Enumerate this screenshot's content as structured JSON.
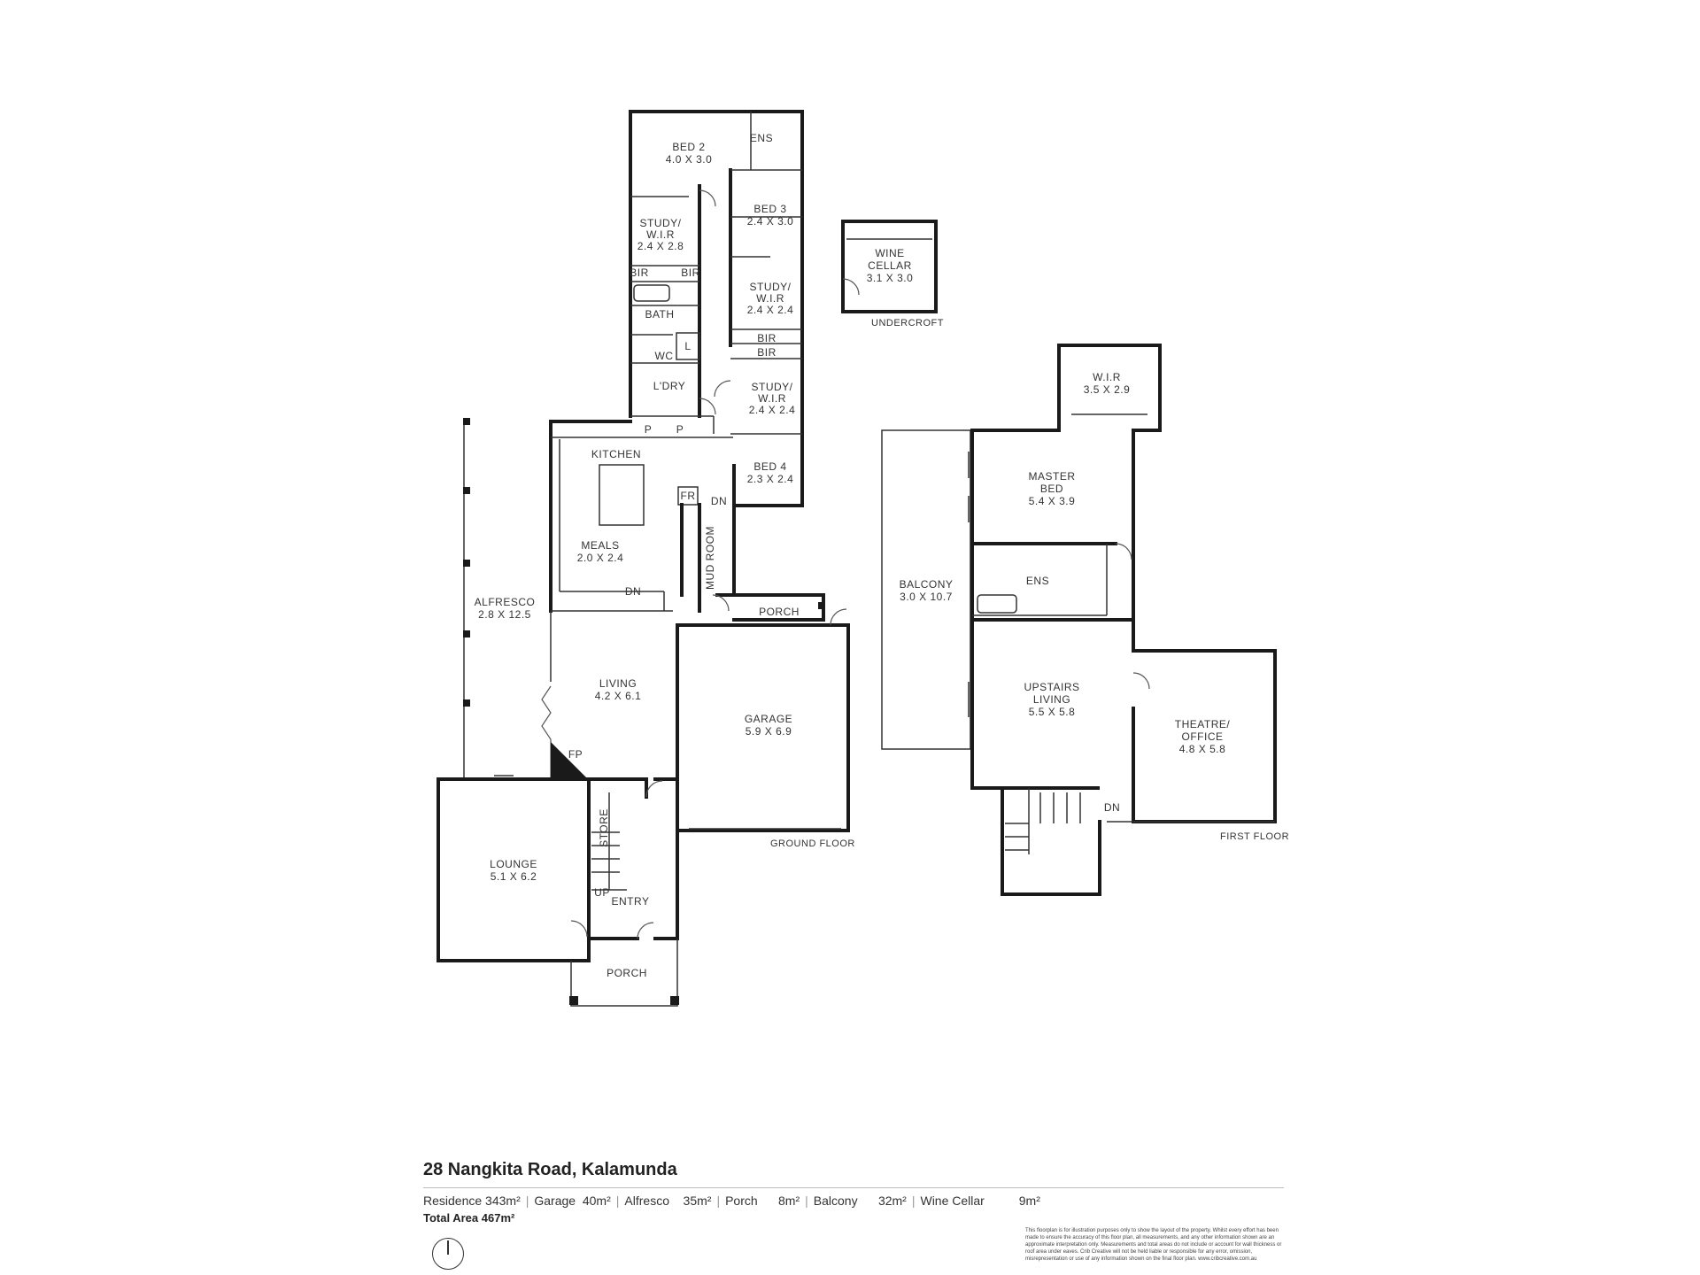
{
  "rooms": {
    "bed2": {
      "name": "BED 2",
      "dims": "4.0 X 3.0"
    },
    "ens_ground": {
      "name": "ENS"
    },
    "bed3": {
      "name": "BED 3",
      "dims": "2.4 X 3.0"
    },
    "study1": {
      "name1": "STUDY/",
      "name2": "W.I.R",
      "dims": "2.4 X 2.8"
    },
    "study2": {
      "name1": "STUDY/",
      "name2": "W.I.R",
      "dims": "2.4 X 2.4"
    },
    "study3": {
      "name1": "STUDY/",
      "name2": "W.I.R",
      "dims": "2.4 X 2.4"
    },
    "bir": "BIR",
    "bath": {
      "name": "BATH"
    },
    "wc": {
      "name": "WC"
    },
    "l": {
      "name": "L"
    },
    "ldry": {
      "name": "L'DRY"
    },
    "p": "P",
    "bed4": {
      "name": "BED 4",
      "dims": "2.3 X 2.4"
    },
    "kitchen": {
      "name": "KITCHEN"
    },
    "meals": {
      "name": "MEALS",
      "dims": "2.0 X 2.4"
    },
    "fr": "FR",
    "dn": "DN",
    "mudroom": {
      "name": "MUD ROOM"
    },
    "porch": "PORCH",
    "alfresco": {
      "name": "ALFRESCO",
      "dims": "2.8 X 12.5"
    },
    "living": {
      "name": "LIVING",
      "dims": "4.2 X 6.1"
    },
    "garage": {
      "name": "GARAGE",
      "dims": "5.9 X 6.9"
    },
    "fp": "FP",
    "store": "STORE",
    "lounge": {
      "name": "LOUNGE",
      "dims": "5.1 X 6.2"
    },
    "up": "UP",
    "entry": {
      "name": "ENTRY"
    },
    "wine": {
      "name1": "WINE",
      "name2": "CELLAR",
      "dims": "3.1 X 3.0"
    },
    "wir_upper": {
      "name": "W.I.R",
      "dims": "3.5 X 2.9"
    },
    "master": {
      "name1": "MASTER",
      "name2": "BED",
      "dims": "5.4 X 3.9"
    },
    "ens_upper": {
      "name": "ENS"
    },
    "balcony": {
      "name": "BALCONY",
      "dims": "3.0 X 10.7"
    },
    "upstairs": {
      "name1": "UPSTAIRS",
      "name2": "LIVING",
      "dims": "5.5 X 5.8"
    },
    "theatre": {
      "name1": "THEATRE/",
      "name2": "OFFICE",
      "dims": "4.8 X 5.8"
    }
  },
  "floor_labels": {
    "ground": "GROUND FLOOR",
    "first": "FIRST FLOOR",
    "undercroft": "UNDERCROFT"
  },
  "footer": {
    "address": "28 Nangkita Road, Kalamunda",
    "areas": [
      {
        "label": "Residence",
        "value": "343m²"
      },
      {
        "label": "Garage",
        "value": "40m²"
      },
      {
        "label": "Alfresco",
        "value": "35m²"
      },
      {
        "label": "Porch",
        "value": "8m²"
      },
      {
        "label": "Balcony",
        "value": "32m²"
      },
      {
        "label": "Wine Cellar",
        "value": "9m²"
      }
    ],
    "total_label": "Total Area",
    "total_value": "467m²",
    "disclaimer": "This floorplan is for illustration purposes only to show the layout of the property. Whilst every effort has been made to ensure the accuracy of this floor plan, all measurements, and any other information shown are an approximate interpretation only. Measurements and total areas do not include or account for wall thickness or roof area under eaves. Crib Creative will not be held liable or responsible for any error, omission, misrepresentation or use of any information shown on the final floor plan. www.cribcreative.com.au"
  }
}
